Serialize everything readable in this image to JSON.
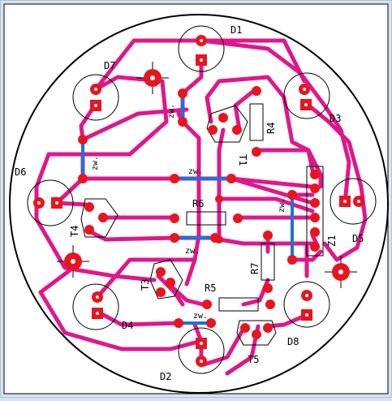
{
  "colors": {
    "background": "#d8e4ee",
    "frame_border": "#a9c4dc",
    "board_fill": "#ffffff",
    "outline": "#000000",
    "trace": "#e0178a",
    "pad": "#e8151f",
    "pad_hole": "#ffffff",
    "wire_bridge": "#1a73d9"
  },
  "labels": {
    "D1": "D1",
    "D2": "D2",
    "D3": "D3",
    "D4": "D4",
    "D5": "D5",
    "D6": "D6",
    "D7": "D7",
    "D8": "D8",
    "T1": "T1",
    "T3": "T3",
    "T4": "T4",
    "T5": "T5",
    "R4": "R4",
    "R5": "R5",
    "R6": "R6",
    "R7": "R7",
    "Z1": "Z1",
    "zw_top": "zw.",
    "zw_left": "zw.",
    "zw_mid_top": "zw.",
    "zw_mid_bottom": "zw.",
    "zw_right": "zw.",
    "zw_bottom": "zw."
  }
}
